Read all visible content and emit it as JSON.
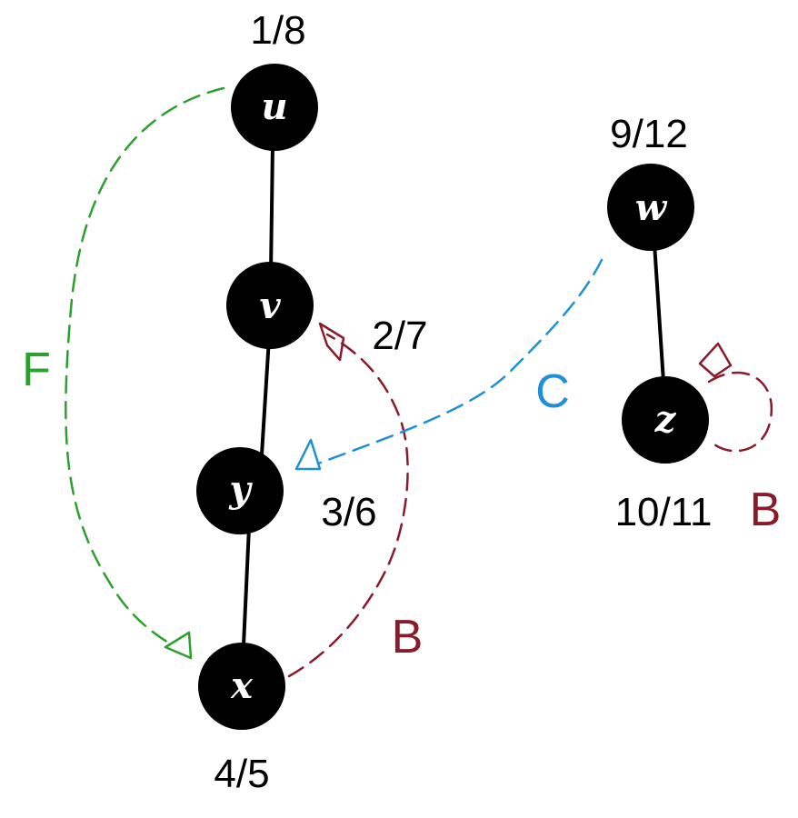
{
  "nodes": {
    "u": {
      "label": "u",
      "times": "1/8"
    },
    "v": {
      "label": "v",
      "times": "2/7"
    },
    "y": {
      "label": "y",
      "times": "3/6"
    },
    "x": {
      "label": "x",
      "times": "4/5"
    },
    "w": {
      "label": "w",
      "times": "9/12"
    },
    "z": {
      "label": "z",
      "times": "10/11"
    }
  },
  "edge_labels": {
    "forward": "F",
    "back_xv": "B",
    "cross": "C",
    "back_self": "B"
  },
  "colors": {
    "node_fill": "#000000",
    "tree_edge": "#000000",
    "forward": "#2ca02c",
    "back": "#8b1a2b",
    "cross": "#1e90d6"
  }
}
